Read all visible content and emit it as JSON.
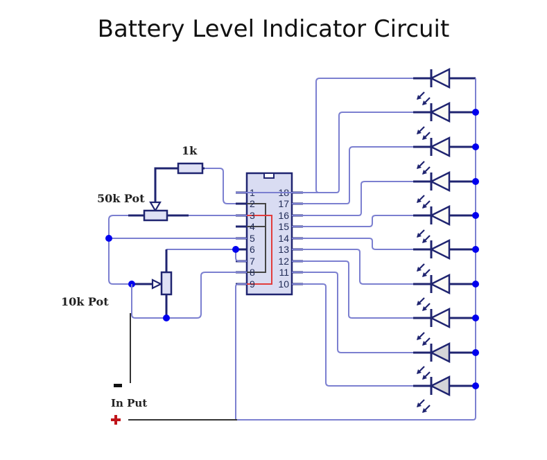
{
  "title": "Battery Level Indicator Circuit",
  "components": {
    "resistor_label": "1k",
    "pot_50k_label": "50k Pot",
    "pot_10k_label": "10k Pot",
    "input_label": "In Put",
    "minus_symbol": "-",
    "plus_symbol": "+"
  },
  "ic": {
    "left_pins": [
      "1",
      "2",
      "3",
      "4",
      "5",
      "6",
      "7",
      "8",
      "9"
    ],
    "right_pins": [
      "18",
      "17",
      "16",
      "15",
      "14",
      "13",
      "12",
      "11",
      "10"
    ]
  },
  "leds": {
    "count": 10,
    "colors": {
      "wire": "#7b7fd0",
      "component": "#1f2470",
      "junction": "#0000ee",
      "internal_red": "#e23b3b",
      "plus": "#c0151b"
    }
  }
}
